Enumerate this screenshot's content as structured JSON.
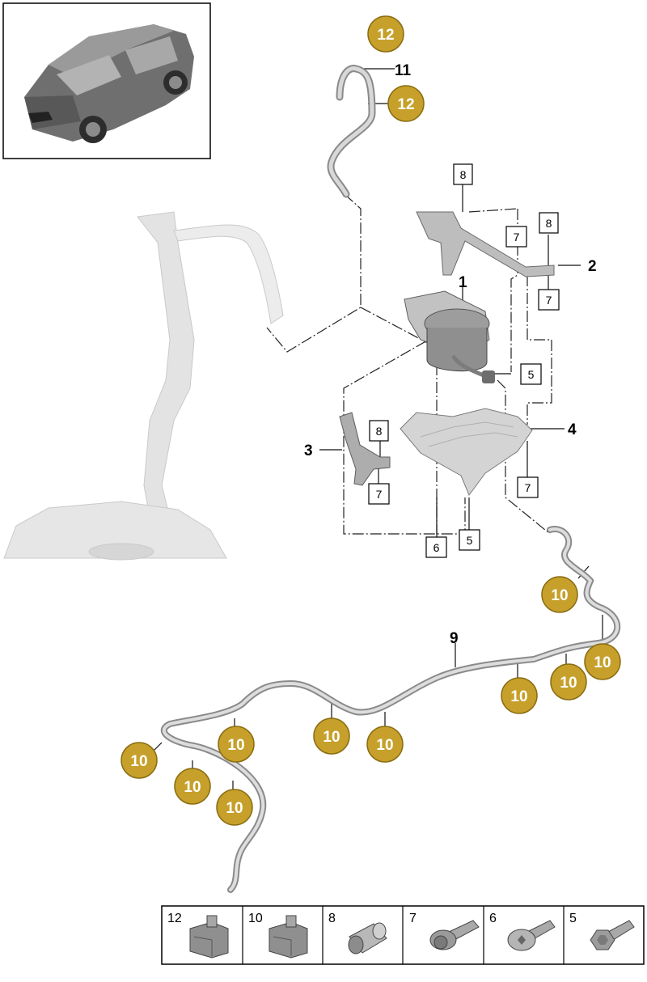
{
  "colors": {
    "callout_fill": "#c6a02a",
    "callout_stroke": "#8a6d12",
    "callout_text": "#ffffff",
    "part_grey": "#b9b9b9",
    "ghost_grey": "#e2e2e2"
  },
  "gold_callouts": [
    {
      "id": "c12a",
      "label": "12"
    },
    {
      "id": "c12b",
      "label": "12"
    },
    {
      "id": "c10a",
      "label": "10"
    },
    {
      "id": "c10b",
      "label": "10"
    },
    {
      "id": "c10c",
      "label": "10"
    },
    {
      "id": "c10d",
      "label": "10"
    },
    {
      "id": "c10e",
      "label": "10"
    },
    {
      "id": "c10f",
      "label": "10"
    },
    {
      "id": "c10g",
      "label": "10"
    },
    {
      "id": "c10h",
      "label": "10"
    },
    {
      "id": "c10i",
      "label": "10"
    },
    {
      "id": "c10j",
      "label": "10"
    }
  ],
  "box_callouts": [
    {
      "id": "b8a",
      "label": "8"
    },
    {
      "id": "b7a",
      "label": "7"
    },
    {
      "id": "b8b",
      "label": "8"
    },
    {
      "id": "b7b",
      "label": "7"
    },
    {
      "id": "b5a",
      "label": "5"
    },
    {
      "id": "b8c",
      "label": "8"
    },
    {
      "id": "b7c",
      "label": "7"
    },
    {
      "id": "b7d",
      "label": "7"
    },
    {
      "id": "b6",
      "label": "6"
    },
    {
      "id": "b5b",
      "label": "5"
    }
  ],
  "bold_labels": [
    {
      "id": "l11",
      "label": "11"
    },
    {
      "id": "l1",
      "label": "1"
    },
    {
      "id": "l2",
      "label": "2"
    },
    {
      "id": "l3",
      "label": "3"
    },
    {
      "id": "l4",
      "label": "4"
    },
    {
      "id": "l9",
      "label": "9"
    }
  ],
  "legend": [
    {
      "id": "legend-12",
      "label": "12",
      "icon": "clip-icon"
    },
    {
      "id": "legend-10",
      "label": "10",
      "icon": "clip-icon"
    },
    {
      "id": "legend-8",
      "label": "8",
      "icon": "nut-icon"
    },
    {
      "id": "legend-7",
      "label": "7",
      "icon": "flange-bolt-icon"
    },
    {
      "id": "legend-6",
      "label": "6",
      "icon": "torx-bolt-icon"
    },
    {
      "id": "legend-5",
      "label": "5",
      "icon": "hex-bolt-icon"
    }
  ]
}
